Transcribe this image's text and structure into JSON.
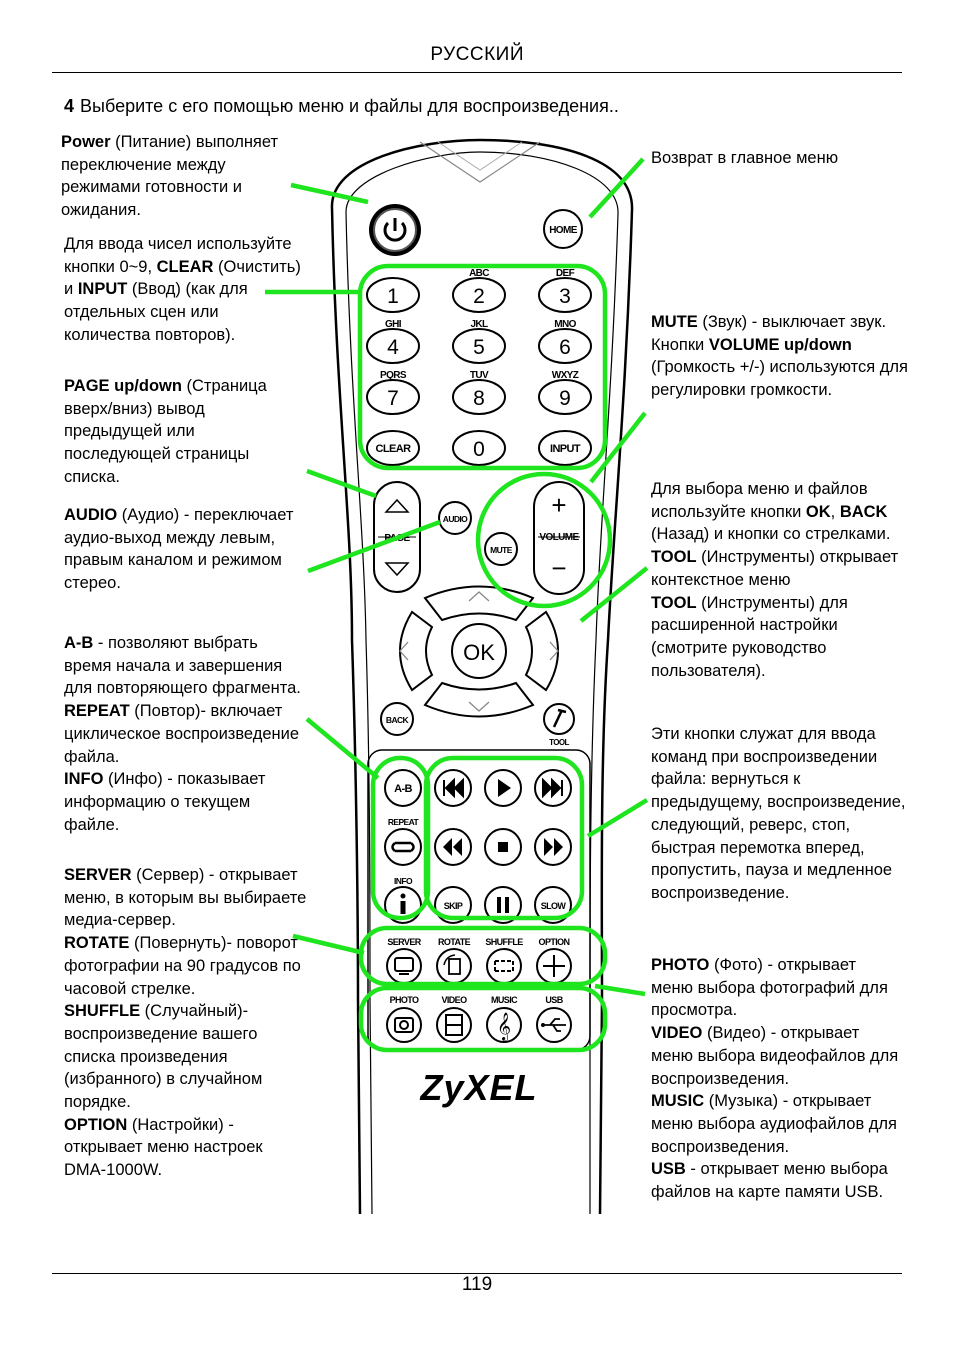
{
  "header": {
    "language": "РУССКИЙ",
    "page_number": "119"
  },
  "step": {
    "number": "4",
    "text": "Выберите с его помощью меню и файлы для воспроизведения.."
  },
  "left": {
    "power": {
      "b1": "Power",
      "t1": " (Питание) выполняет переключение между режимами готовности и ожидания."
    },
    "digits": {
      "t1": "Для ввода чисел используйте кнопки 0~9, ",
      "b1": "CLEAR",
      "t2": " (Очистить) и ",
      "b2": "INPUT",
      "t3": " (Ввод) (как для отдельных сцен или количества повторов)."
    },
    "page": {
      "b1": "PAGE up/down",
      "t1": " (Страница вверх/вниз) вывод предыдущей или последующей страницы списка."
    },
    "audio": {
      "b1": "AUDIO",
      "t1": " (Аудио) - переключает аудио-выход между левым, правым каналом и режимом стерео."
    },
    "ab": {
      "b1": "A-B",
      "t1": " - позволяют выбрать время начала и завершения для повторяющего фрагмента."
    },
    "repeat": {
      "b1": "REPEAT",
      "t1": " (Повтор)- включает циклическое воспроизведение файла."
    },
    "info": {
      "b1": "INFO",
      "t1": "  (Инфо) - показывает информацию о текущем файле."
    },
    "server": {
      "b1": "SERVER",
      "t1": " (Сервер) - открывает меню, в которым вы выбираете медиа-сервер."
    },
    "rotate": {
      "b1": "ROTATE",
      "t1": " (Повернуть)- поворот фотографии на 90 градусов по часовой стрелке."
    },
    "shuffle": {
      "b1": "SHUFFLE",
      "t1": " (Случайный)- воспроизведение вашего списка произведения (избранного) в случайном порядке."
    },
    "option": {
      "b1": "OPTION",
      "t1": "  (Настройки) - открывает меню настроек DMA-1000W."
    }
  },
  "right": {
    "home": {
      "t1": "Возврат в главное меню"
    },
    "mute": {
      "b1": "MUTE",
      "t1": " (Звук) - выключает звук."
    },
    "volume": {
      "t1": "Кнопки ",
      "b1": "VOLUME up/down",
      "t2": " (Громкость +/-) используются для регулировки громкости."
    },
    "ok": {
      "t1": "Для выбора меню и файлов используйте кнопки ",
      "b1": "OK",
      "t2": ", ",
      "b2": "BACK",
      "t3": " (Назад) и кнопки со стрелками."
    },
    "tool1": {
      "b1": "TOOL",
      "t1": " (Инструменты) открывает контекстное меню"
    },
    "tool2": {
      "b1": "TOOL",
      "t1": " (Инструменты) для расширенной настройки (смотрите руководство пользователя)."
    },
    "playback": {
      "t1": "Эти кнопки служат для ввода команд при воспроизведении файла: вернуться к предыдущему, воспроизведение, следующий, реверс, стоп, быстрая перемотка вперед, пропустить, пауза и медленное воспроизведение."
    },
    "photo": {
      "b1": "PHOTO",
      "t1": " (Фото) - открывает меню выбора фотографий для просмотра."
    },
    "video": {
      "b1": "VIDEO",
      "t1": " (Видео) - открывает меню выбора видеофайлов для воспроизведения."
    },
    "music": {
      "b1": "MUSIC",
      "t1": " (Музыка) - открывает меню выбора аудиофайлов для воспроизведения."
    },
    "usb": {
      "b1": "USB",
      "t1": " - открывает меню выбора файлов на карте памяти USB."
    }
  },
  "remote": {
    "brand": "ZyXEL",
    "buttons": {
      "home": "HOME",
      "clear": "CLEAR",
      "input": "INPUT",
      "audio": "AUDIO",
      "mute": "MUTE",
      "page": "PAGE",
      "volume": "VOLUME",
      "ok": "OK",
      "back": "BACK",
      "tool": "TOOL",
      "ab": "A-B",
      "repeat": "REPEAT",
      "info": "INFO",
      "skip": "SKIP",
      "slow": "SLOW",
      "server": "SERVER",
      "rotate": "ROTATE",
      "shuffle": "SHUFFLE",
      "option": "OPTION",
      "photo": "PHOTO",
      "video": "VIDEO",
      "music": "MUSIC",
      "usb": "USB",
      "plus": "+",
      "minus": "−"
    },
    "digits": [
      "1",
      "2",
      "3",
      "4",
      "5",
      "6",
      "7",
      "8",
      "9",
      "0"
    ],
    "letters": [
      "ABC",
      "DEF",
      "GHI",
      "JKL",
      "MNO",
      "PQRS",
      "TUV",
      "WXYZ"
    ]
  },
  "colors": {
    "highlight": "#1ee51e"
  },
  "icons": [
    "power-icon",
    "arrow-up-icon",
    "arrow-down-icon",
    "arrow-left-icon",
    "arrow-right-icon",
    "prev-icon",
    "play-icon",
    "next-icon",
    "rewind-icon",
    "stop-icon",
    "fast-forward-icon",
    "pause-icon",
    "repeat-icon",
    "info-icon",
    "tool-icon",
    "server-icon",
    "rotate-icon",
    "shuffle-icon",
    "option-icon",
    "photo-icon",
    "video-icon",
    "music-icon",
    "usb-icon"
  ]
}
